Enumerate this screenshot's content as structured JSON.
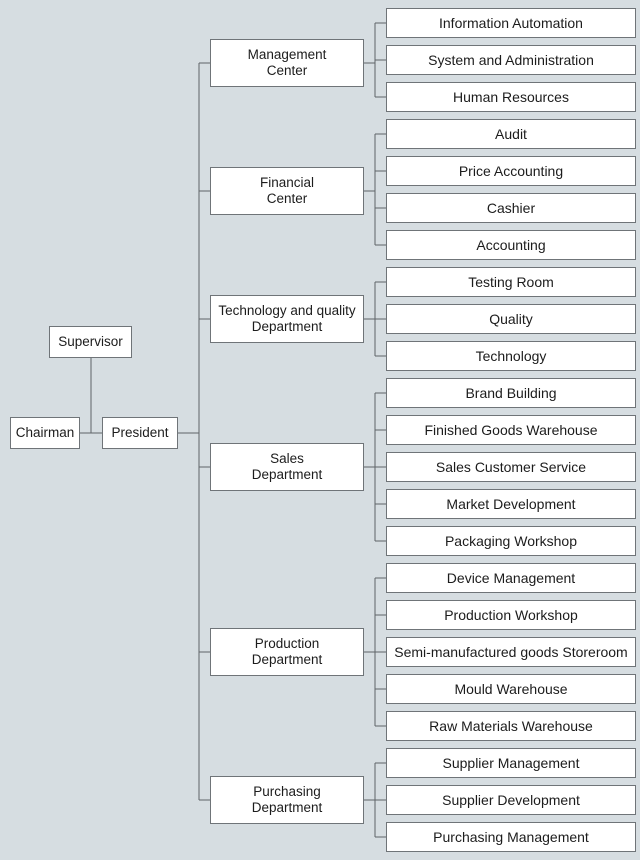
{
  "colors": {
    "background": "#d6dde1",
    "box_fill": "#ffffff",
    "box_border": "#6f7478",
    "line": "#5f6367"
  },
  "top": {
    "chairman": "Chairman",
    "supervisor": "Supervisor",
    "president": "President"
  },
  "departments": [
    {
      "name": "Management\nCenter",
      "units": [
        "Information Automation",
        "System and Administration",
        "Human Resources"
      ]
    },
    {
      "name": "Financial\nCenter",
      "units": [
        "Audit",
        "Price Accounting",
        "Cashier",
        "Accounting"
      ]
    },
    {
      "name": "Technology and quality\nDepartment",
      "units": [
        "Testing Room",
        "Quality",
        "Technology"
      ]
    },
    {
      "name": "Sales\nDepartment",
      "units": [
        "Brand Building",
        "Finished Goods Warehouse",
        "Sales Customer Service",
        "Market Development",
        "Packaging Workshop"
      ]
    },
    {
      "name": "Production\nDepartment",
      "units": [
        "Device Management",
        "Production Workshop",
        "Semi-manufactured goods Storeroom",
        "Mould Warehouse",
        "Raw Materials Warehouse"
      ]
    },
    {
      "name": "Purchasing\nDepartment",
      "units": [
        "Supplier Management",
        "Supplier Development",
        "Purchasing Management"
      ]
    }
  ]
}
